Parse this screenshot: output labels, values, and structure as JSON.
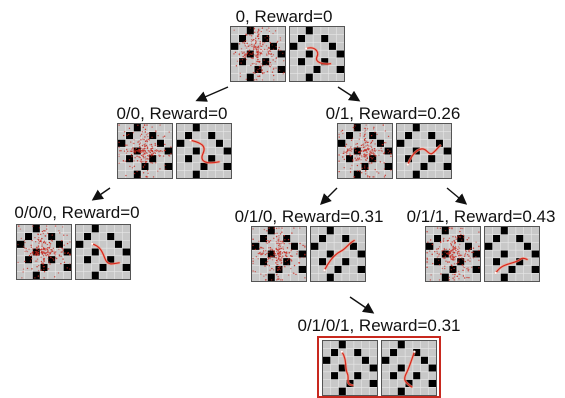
{
  "colors": {
    "grid_bg": "#c8c8c8",
    "grid_line": "#e6e6e6",
    "wall": "#000000",
    "scatter": "#c8281e",
    "path": "#d7261b",
    "path_light": "#f0a08c",
    "selected_border": "#c8281e",
    "text": "#111111"
  },
  "maze": [
    [
      0,
      0,
      1,
      0,
      0,
      0,
      0
    ],
    [
      0,
      1,
      0,
      0,
      1,
      0,
      0
    ],
    [
      1,
      0,
      0,
      0,
      0,
      1,
      0
    ],
    [
      0,
      0,
      1,
      0,
      0,
      0,
      1
    ],
    [
      0,
      1,
      0,
      0,
      1,
      0,
      0
    ],
    [
      0,
      0,
      0,
      1,
      0,
      0,
      1
    ],
    [
      0,
      0,
      1,
      0,
      0,
      0,
      0
    ]
  ],
  "nodes": [
    {
      "id": "n0",
      "label": "0, Reward=0"
    },
    {
      "id": "n00",
      "label": "0/0, Reward=0"
    },
    {
      "id": "n01",
      "label": "0/1, Reward=0.26"
    },
    {
      "id": "n000",
      "label": "0/0/0, Reward=0"
    },
    {
      "id": "n010",
      "label": "0/1/0, Reward=0.31"
    },
    {
      "id": "n011",
      "label": "0/1/1, Reward=0.43"
    },
    {
      "id": "n0101",
      "label": "0/1/0/1, Reward=0.31"
    }
  ]
}
